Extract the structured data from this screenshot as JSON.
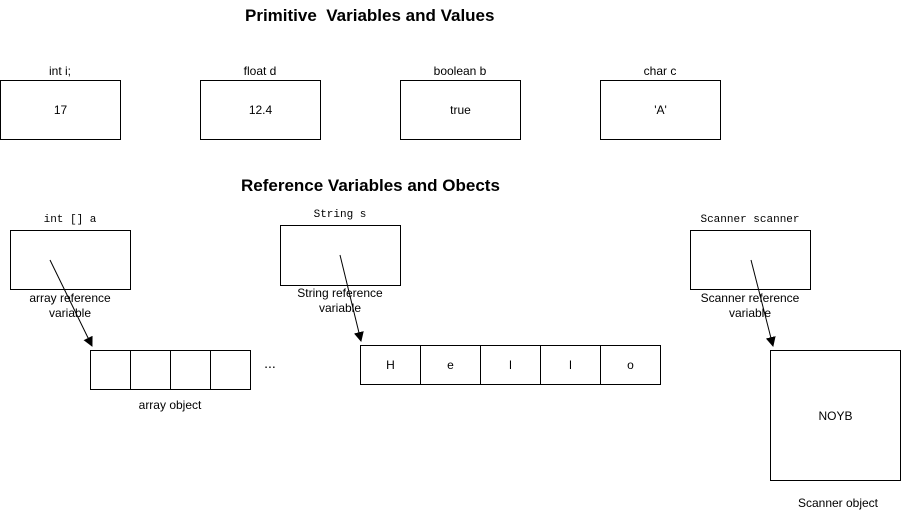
{
  "primitives": {
    "title": "Primitive  Variables and Values",
    "vars": [
      {
        "decl": "int i;",
        "value": "17"
      },
      {
        "decl": "float d",
        "value": "12.4"
      },
      {
        "decl": "boolean b",
        "value": "true"
      },
      {
        "decl": "char c",
        "value": "'A'"
      }
    ]
  },
  "references": {
    "title": "Reference Variables and Obects",
    "array_ref": {
      "decl": "int [] a",
      "caption": "array reference variable",
      "object_caption": "array object",
      "ellipsis": "..."
    },
    "string_ref": {
      "decl": "String s",
      "caption": "String reference variable",
      "chars": [
        "H",
        "e",
        "l",
        "l",
        "o"
      ]
    },
    "scanner_ref": {
      "decl": "Scanner scanner",
      "caption": "Scanner reference variable",
      "object_value": "NOYB",
      "object_caption": "Scanner object"
    }
  }
}
